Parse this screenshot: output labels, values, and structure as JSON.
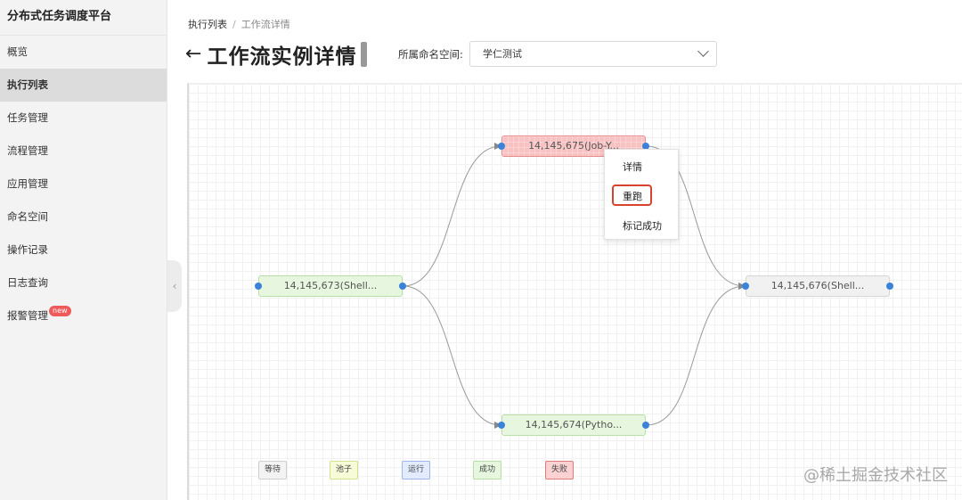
{
  "sidebar": {
    "brand": "分布式任务调度平台",
    "items": [
      {
        "label": "概览",
        "active": false
      },
      {
        "label": "执行列表",
        "active": true
      },
      {
        "label": "任务管理",
        "active": false
      },
      {
        "label": "流程管理",
        "active": false
      },
      {
        "label": "应用管理",
        "active": false
      },
      {
        "label": "命名空间",
        "active": false
      },
      {
        "label": "操作记录",
        "active": false
      },
      {
        "label": "日志查询",
        "active": false
      },
      {
        "label": "报警管理",
        "active": false,
        "badge": "new"
      }
    ],
    "collapse_icon": "chevron-left-icon"
  },
  "header": {
    "breadcrumb": {
      "parent": "执行列表",
      "separator": "/",
      "current": "工作流详情"
    },
    "back_icon": "arrow-left-icon",
    "back_glyph": "←",
    "title": "工作流实例详情",
    "namespace_label": "所属命名空间:",
    "namespace_value": "学仁测试"
  },
  "workflow": {
    "nodes": [
      {
        "id": "n673",
        "label": "14,145,673(Shell...",
        "status": "success"
      },
      {
        "id": "n675",
        "label": "14,145,675(Job-Y...",
        "status": "failed"
      },
      {
        "id": "n674",
        "label": "14,145,674(Pytho...",
        "status": "success"
      },
      {
        "id": "n676",
        "label": "14,145,676(Shell...",
        "status": "waiting"
      }
    ],
    "context_menu": {
      "items": [
        "详情",
        "重跑",
        "标记成功"
      ],
      "highlighted": "重跑"
    },
    "legend": [
      "等待",
      "池子",
      "运行",
      "成功",
      "失败"
    ]
  },
  "colors": {
    "port": "#3b82d9",
    "success_bg": "#e7f7df",
    "failed_bg": "#f9c2c2",
    "waiting_bg": "#f1f1f1",
    "highlight": "#d8432f",
    "badge": "#ef5a5a"
  },
  "watermark": "@稀土掘金技术社区"
}
